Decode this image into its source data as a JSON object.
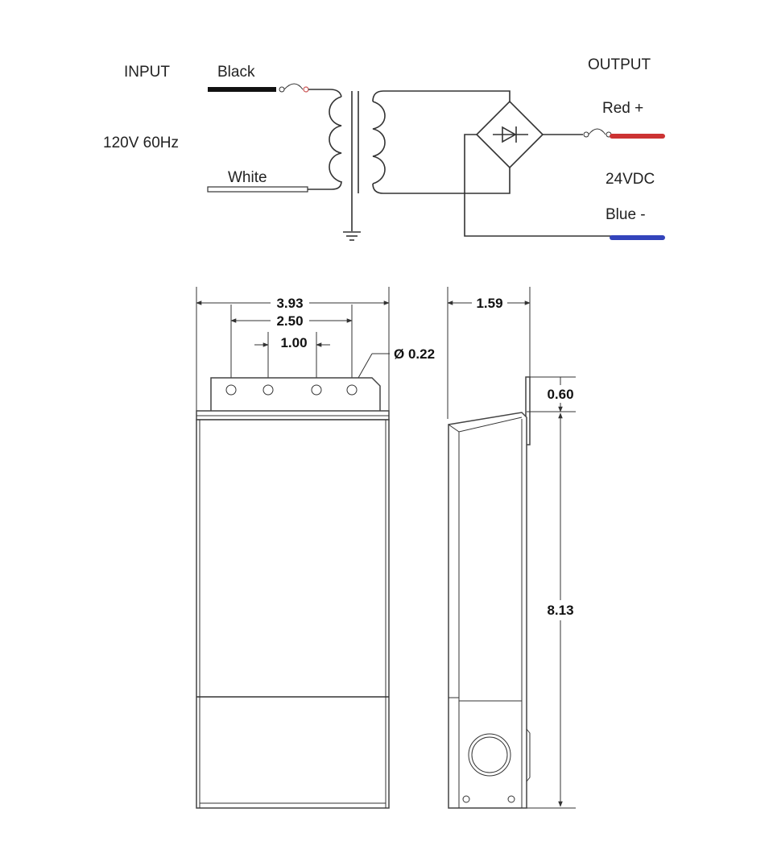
{
  "schematic": {
    "input_label": "INPUT",
    "input_spec": "120V 60Hz",
    "wire_black": "Black",
    "wire_white": "White",
    "output_label": "OUTPUT",
    "wire_red": "Red +",
    "output_spec": "24VDC",
    "wire_blue": "Blue -",
    "colors": {
      "black_wire": "#111111",
      "red_wire": "#cc3333",
      "blue_wire": "#3344bb"
    }
  },
  "drawing": {
    "dims": {
      "overall_width": "3.93",
      "hole_spacing_outer": "2.50",
      "hole_spacing_inner": "1.00",
      "hole_diameter": "Ø 0.22",
      "depth": "1.59",
      "tab_height": "0.60",
      "body_height": "8.13"
    }
  }
}
